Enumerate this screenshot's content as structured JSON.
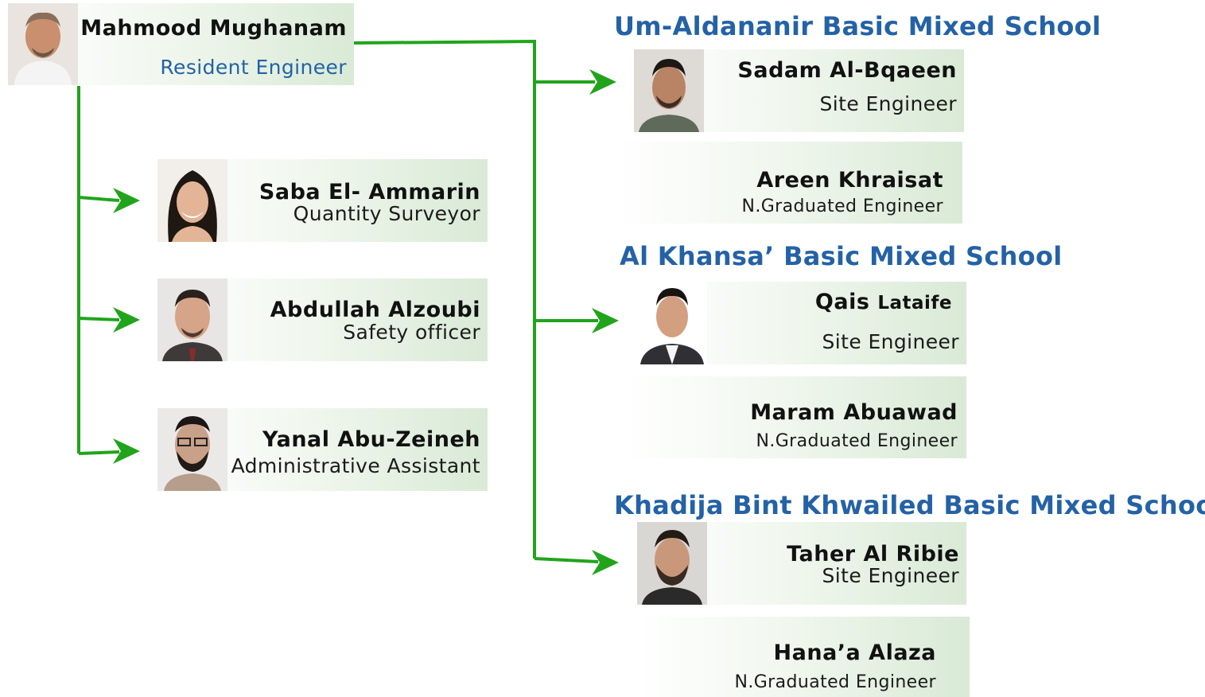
{
  "colors": {
    "connector": "#21a41c",
    "school_title": "#2462a6",
    "role_highlight": "#2462a6"
  },
  "head": {
    "name": "Mahmood Mughanam",
    "role": "Resident Engineer"
  },
  "staff": [
    {
      "name": "Saba El- Ammarin",
      "role": "Quantity Surveyor"
    },
    {
      "name": "Abdullah Alzoubi",
      "role": "Safety officer"
    },
    {
      "name": "Yanal Abu-Zeineh",
      "role": "Administrative Assistant"
    }
  ],
  "schools": [
    {
      "title": "Um-Aldananir Basic Mixed School",
      "site_engineer": {
        "name": "Sadam Al-Bqaeen",
        "role": "Site Engineer"
      },
      "graduate": {
        "name": "Areen Khraisat",
        "role": "N.Graduated Engineer"
      }
    },
    {
      "title": "Al Khansa’ Basic Mixed School",
      "site_engineer": {
        "name_first": "Qais",
        "name_last": "Lataife",
        "role": "Site Engineer"
      },
      "graduate": {
        "name": "Maram Abuawad",
        "role": "N.Graduated Engineer"
      }
    },
    {
      "title": "Khadija Bint Khwailed Basic Mixed School",
      "site_engineer": {
        "name": "Taher Al Ribie",
        "role": "Site Engineer"
      },
      "graduate": {
        "name": "Hana’a Alaza",
        "role": "N.Graduated Engineer"
      }
    }
  ]
}
